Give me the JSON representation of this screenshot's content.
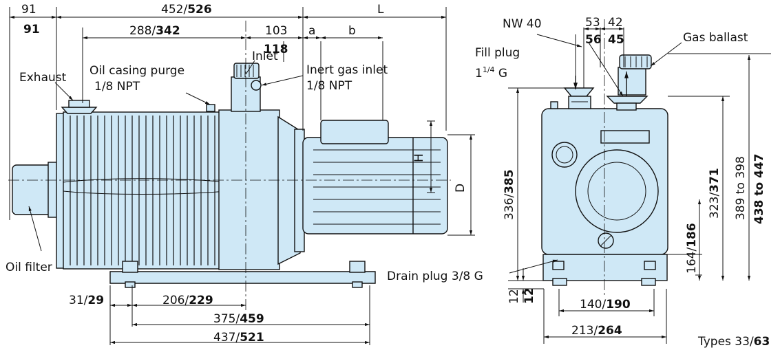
{
  "side_view": {
    "dims": {
      "d91": "91",
      "d91b": "91",
      "d452": "452/",
      "d526": "526",
      "d288": "288/",
      "d342": "342",
      "d103": "103",
      "d118": "118",
      "a": "a",
      "b": "b",
      "L": "L",
      "H": "H",
      "D": "D",
      "d31": "31/",
      "d29": "29",
      "d206": "206/",
      "d229": "229",
      "d375": "375/",
      "d459": "459",
      "d437": "437/",
      "d521": "521"
    },
    "labels": {
      "inlet": "Inlet",
      "inert_gas_inlet": "Inert gas inlet",
      "inert_gas_thread": "1/8 NPT",
      "oil_casing_purge": "Oil casing purge",
      "purge_thread": "1/8 NPT",
      "exhaust": "Exhaust",
      "oil_filter": "Oil filter"
    }
  },
  "end_view": {
    "dims": {
      "d53": "53",
      "d42": "42",
      "d56": "56",
      "d45": "45",
      "d336": "336/",
      "d385": "385",
      "d323": "323/",
      "d371": "371",
      "d389": "389 to 398",
      "d438": "438 to 447",
      "d164": "164/",
      "d186": "186",
      "d12": "12",
      "d12b": "12",
      "d140": "140/",
      "d190": "190",
      "d213": "213/",
      "d264": "264"
    },
    "labels": {
      "nw40": "NW 40",
      "fill_plug": "Fill plug",
      "fill_plug_thread_a": "1",
      "fill_plug_thread_sup": "1/4",
      "fill_plug_thread_b": " G",
      "gas_ballast": "Gas ballast",
      "drain_plug": "Drain plug 3/8 G"
    }
  },
  "footer": {
    "types_a": "Types 33/",
    "types_b": "63"
  },
  "colors": {
    "body_fill": "#cfe8f6",
    "line": "#111111"
  }
}
